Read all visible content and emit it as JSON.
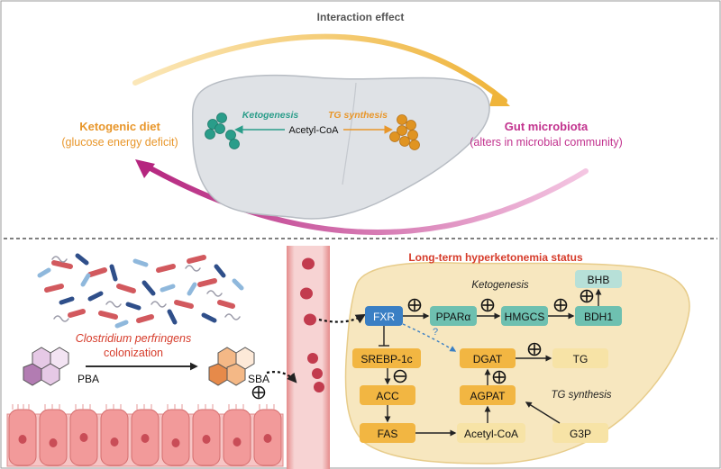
{
  "top": {
    "title": "Interaction effect",
    "left_title": "Ketogenic diet",
    "left_sub": "(glucose energy deficit)",
    "right_title": "Gut microbiota",
    "right_sub": "(alters in microbial community)",
    "ketogenesis": "Ketogenesis",
    "tg_synthesis": "TG synthesis",
    "acetyl": "Acetyl-CoA"
  },
  "bottom": {
    "status": "Long-term hyperketonemia status",
    "ketogenesis": "Ketogenesis",
    "tg_synthesis": "TG synthesis",
    "bacterium_line1": "Clostridium perfringens",
    "bacterium_line2": "colonization",
    "pba": "PBA",
    "sba": "SBA",
    "question": "?",
    "nodes": {
      "fxr": "FXR",
      "ppara": "PPARα",
      "hmgcs": "HMGCS",
      "bdh1": "BDH1",
      "bhb": "BHB",
      "srebp": "SREBP-1c",
      "acc": "ACC",
      "fas": "FAS",
      "acetyl": "Acetyl-CoA",
      "agpat": "AGPAT",
      "dgat": "DGAT",
      "tg": "TG",
      "g3p": "G3P"
    }
  },
  "colors": {
    "orange": "#e8962a",
    "magenta": "#c2328e",
    "teal": "#2a9d8a",
    "red": "#d63b2a",
    "node_teal": "#6ec0b0",
    "node_orange": "#f2b642",
    "node_pale": "#f7e3a6"
  }
}
